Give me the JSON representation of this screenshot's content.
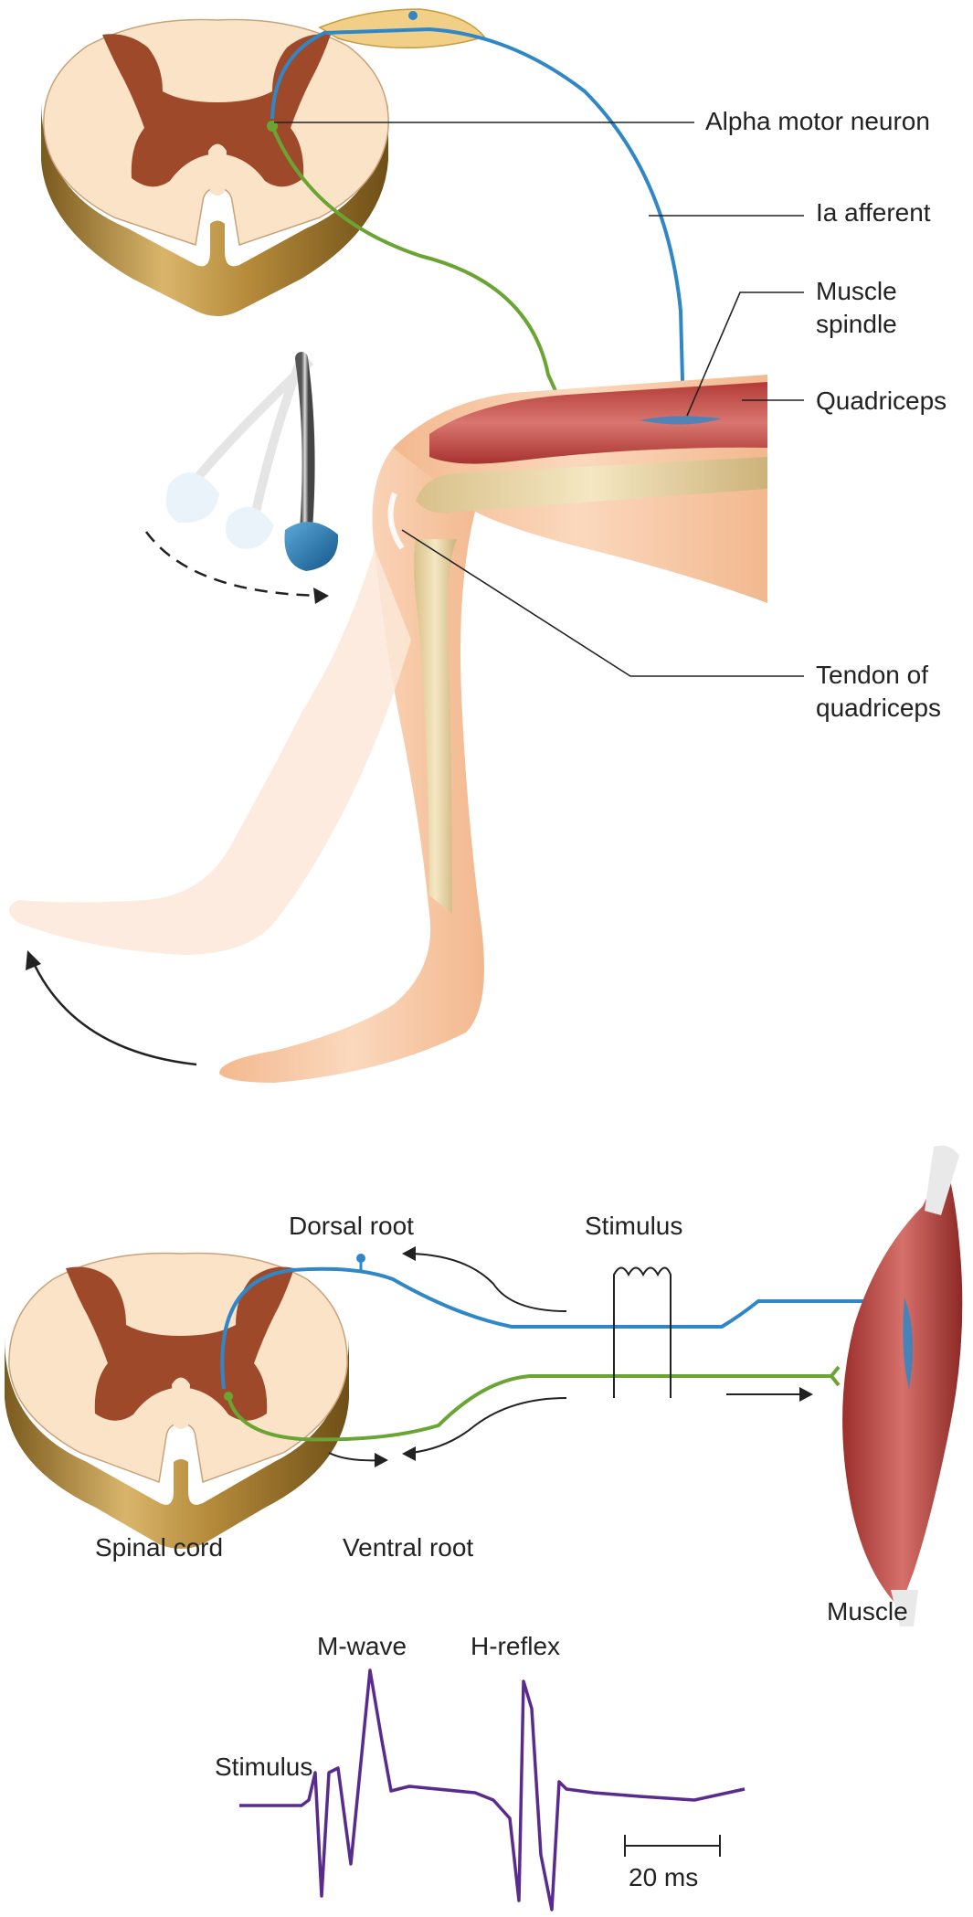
{
  "top_panel": {
    "labels": {
      "alpha_motor_neuron": "Alpha motor neuron",
      "ia_afferent": "Ia afferent",
      "muscle_spindle_1": "Muscle",
      "muscle_spindle_2": "spindle",
      "quadriceps": "Quadriceps",
      "tendon_1": "Tendon of",
      "tendon_2": "quadriceps"
    }
  },
  "bottom_panel": {
    "labels": {
      "dorsal_root": "Dorsal root",
      "stimulus_coil": "Stimulus",
      "spinal_cord": "Spinal cord",
      "ventral_root": "Ventral root",
      "muscle": "Muscle"
    }
  },
  "trace": {
    "labels": {
      "m_wave": "M-wave",
      "h_reflex": "H-reflex",
      "stimulus": "Stimulus",
      "scale_bar": "20 ms"
    }
  },
  "colors": {
    "afferent_blue": "#2f87c8",
    "motor_green": "#6aa534",
    "trace_purple": "#5a2b8f",
    "grey_matter": "#9e4a2a",
    "white_matter": "#fbe3c8",
    "muscle_red": "#c8504a",
    "skin": "#f6c9a6",
    "bone": "#e9d7a6"
  }
}
